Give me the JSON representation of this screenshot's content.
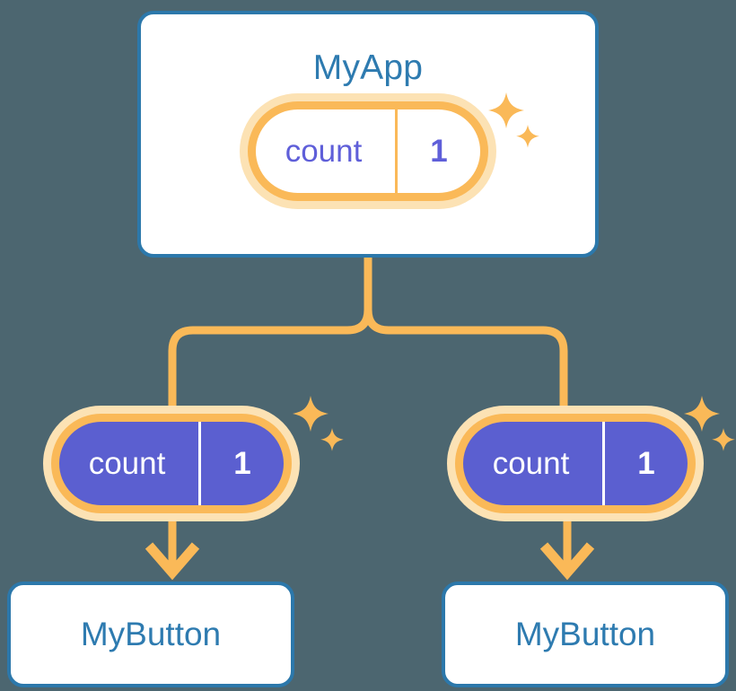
{
  "background_color": "#4c6670",
  "palette": {
    "card_border": "#2c78ab",
    "card_fill": "#ffffff",
    "title_text": "#2e7bb0",
    "pill_border": "#fab958",
    "pill_halo": "#fce2b4",
    "pill_fill_unset": "#ffffff",
    "pill_fill_shared": "#5b5fd0",
    "pill_text_purple": "#5f5fd9",
    "pill_text_white": "#ffffff",
    "connector": "#fab958"
  },
  "root_card": {
    "title": "MyApp",
    "state_pill": {
      "key": "count",
      "value": "1",
      "filled": false
    }
  },
  "children": [
    {
      "id": "left",
      "state_pill": {
        "key": "count",
        "value": "1",
        "filled": true
      },
      "card": {
        "title": "MyButton"
      }
    },
    {
      "id": "right",
      "state_pill": {
        "key": "count",
        "value": "1",
        "filled": true
      },
      "card": {
        "title": "MyButton"
      }
    }
  ],
  "icons": {
    "sparkle_large": "sparkle-icon",
    "sparkle_small": "sparkle-small-icon",
    "arrow_down": "arrow-down-icon"
  }
}
